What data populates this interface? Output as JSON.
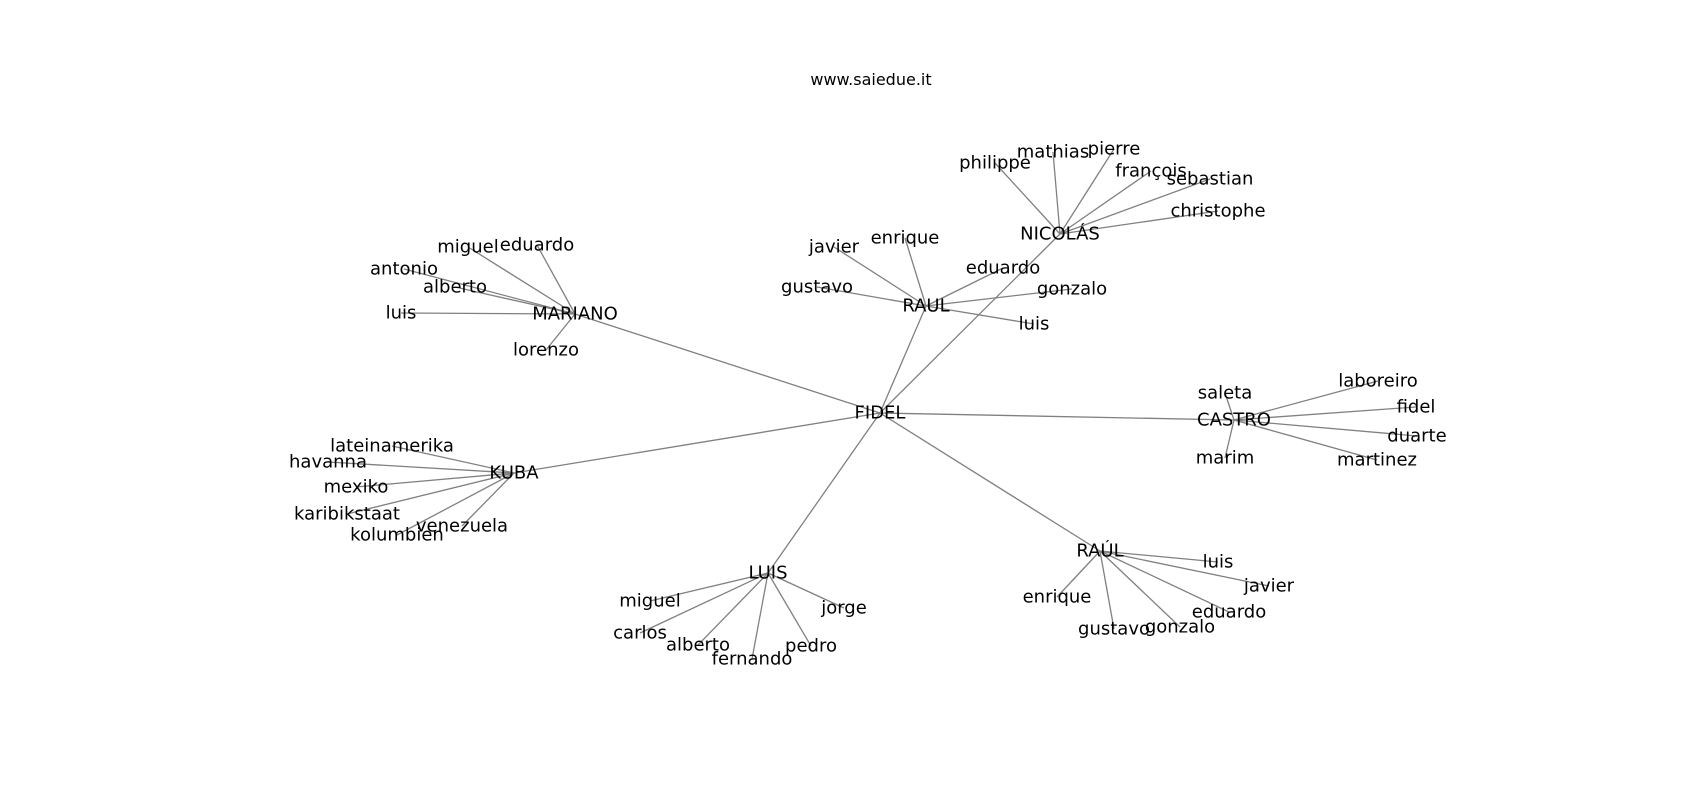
{
  "title": "www.saiedue.it",
  "edge_color": "#808080",
  "nodes": [
    {
      "id": "fidel_c",
      "label": "FIDEL"
    },
    {
      "id": "mariano",
      "label": "MARIANO"
    },
    {
      "id": "raul1",
      "label": "RAUL"
    },
    {
      "id": "nicolas",
      "label": "NICOLÁS"
    },
    {
      "id": "castro",
      "label": "CASTRO"
    },
    {
      "id": "kuba",
      "label": "KUBA"
    },
    {
      "id": "luis_h",
      "label": "LUIS"
    },
    {
      "id": "raul2",
      "label": "RAÚL"
    },
    {
      "id": "m_miguel",
      "label": "miguel"
    },
    {
      "id": "m_eduardo",
      "label": "eduardo"
    },
    {
      "id": "m_antonio",
      "label": "antonio"
    },
    {
      "id": "m_alberto",
      "label": "alberto"
    },
    {
      "id": "m_luis",
      "label": "luis"
    },
    {
      "id": "m_lorenzo",
      "label": "lorenzo"
    },
    {
      "id": "r_javier",
      "label": "javier"
    },
    {
      "id": "r_enrique",
      "label": "enrique"
    },
    {
      "id": "r_eduardo",
      "label": "eduardo"
    },
    {
      "id": "r_gustavo",
      "label": "gustavo"
    },
    {
      "id": "r_gonzalo",
      "label": "gonzalo"
    },
    {
      "id": "r_luis",
      "label": "luis"
    },
    {
      "id": "n_philippe",
      "label": "philippe"
    },
    {
      "id": "n_mathias",
      "label": "mathias"
    },
    {
      "id": "n_pierre",
      "label": "pierre"
    },
    {
      "id": "n_francois",
      "label": "françois"
    },
    {
      "id": "n_sebastian",
      "label": "sebastian"
    },
    {
      "id": "n_christophe",
      "label": "christophe"
    },
    {
      "id": "c_saleta",
      "label": "saleta"
    },
    {
      "id": "c_laboreiro",
      "label": "laboreiro"
    },
    {
      "id": "c_fidel",
      "label": "fidel"
    },
    {
      "id": "c_duarte",
      "label": "duarte"
    },
    {
      "id": "c_marim",
      "label": "marim"
    },
    {
      "id": "c_martinez",
      "label": "martinez"
    },
    {
      "id": "k_lateinamerika",
      "label": "lateinamerika"
    },
    {
      "id": "k_havanna",
      "label": "havanna"
    },
    {
      "id": "k_mexiko",
      "label": "mexiko"
    },
    {
      "id": "k_karibikstaat",
      "label": "karibikstaat"
    },
    {
      "id": "k_kolumbien",
      "label": "kolumbien"
    },
    {
      "id": "k_venezuela",
      "label": "venezuela"
    },
    {
      "id": "l_miguel",
      "label": "miguel"
    },
    {
      "id": "l_jorge",
      "label": "jorge"
    },
    {
      "id": "l_carlos",
      "label": "carlos"
    },
    {
      "id": "l_alberto",
      "label": "alberto"
    },
    {
      "id": "l_fernando",
      "label": "fernando"
    },
    {
      "id": "l_pedro",
      "label": "pedro"
    },
    {
      "id": "r2_luis",
      "label": "luis"
    },
    {
      "id": "r2_javier",
      "label": "javier"
    },
    {
      "id": "r2_enrique",
      "label": "enrique"
    },
    {
      "id": "r2_eduardo",
      "label": "eduardo"
    },
    {
      "id": "r2_gustavo",
      "label": "gustavo"
    },
    {
      "id": "r2_gonzalo",
      "label": "gonzalo"
    }
  ],
  "edges": [
    [
      "fidel_c",
      "mariano"
    ],
    [
      "fidel_c",
      "raul1"
    ],
    [
      "fidel_c",
      "nicolas"
    ],
    [
      "fidel_c",
      "castro"
    ],
    [
      "fidel_c",
      "kuba"
    ],
    [
      "fidel_c",
      "luis_h"
    ],
    [
      "fidel_c",
      "raul2"
    ],
    [
      "mariano",
      "m_miguel"
    ],
    [
      "mariano",
      "m_eduardo"
    ],
    [
      "mariano",
      "m_antonio"
    ],
    [
      "mariano",
      "m_alberto"
    ],
    [
      "mariano",
      "m_luis"
    ],
    [
      "mariano",
      "m_lorenzo"
    ],
    [
      "raul1",
      "r_javier"
    ],
    [
      "raul1",
      "r_enrique"
    ],
    [
      "raul1",
      "r_eduardo"
    ],
    [
      "raul1",
      "r_gustavo"
    ],
    [
      "raul1",
      "r_gonzalo"
    ],
    [
      "raul1",
      "r_luis"
    ],
    [
      "nicolas",
      "n_philippe"
    ],
    [
      "nicolas",
      "n_mathias"
    ],
    [
      "nicolas",
      "n_pierre"
    ],
    [
      "nicolas",
      "n_francois"
    ],
    [
      "nicolas",
      "n_sebastian"
    ],
    [
      "nicolas",
      "n_christophe"
    ],
    [
      "castro",
      "c_saleta"
    ],
    [
      "castro",
      "c_laboreiro"
    ],
    [
      "castro",
      "c_fidel"
    ],
    [
      "castro",
      "c_duarte"
    ],
    [
      "castro",
      "c_marim"
    ],
    [
      "castro",
      "c_martinez"
    ],
    [
      "kuba",
      "k_lateinamerika"
    ],
    [
      "kuba",
      "k_havanna"
    ],
    [
      "kuba",
      "k_mexiko"
    ],
    [
      "kuba",
      "k_karibikstaat"
    ],
    [
      "kuba",
      "k_kolumbien"
    ],
    [
      "kuba",
      "k_venezuela"
    ],
    [
      "luis_h",
      "l_miguel"
    ],
    [
      "luis_h",
      "l_jorge"
    ],
    [
      "luis_h",
      "l_carlos"
    ],
    [
      "luis_h",
      "l_alberto"
    ],
    [
      "luis_h",
      "l_fernando"
    ],
    [
      "luis_h",
      "l_pedro"
    ],
    [
      "raul2",
      "r2_luis"
    ],
    [
      "raul2",
      "r2_javier"
    ],
    [
      "raul2",
      "r2_enrique"
    ],
    [
      "raul2",
      "r2_eduardo"
    ],
    [
      "raul2",
      "r2_gustavo"
    ],
    [
      "raul2",
      "r2_gonzalo"
    ]
  ]
}
